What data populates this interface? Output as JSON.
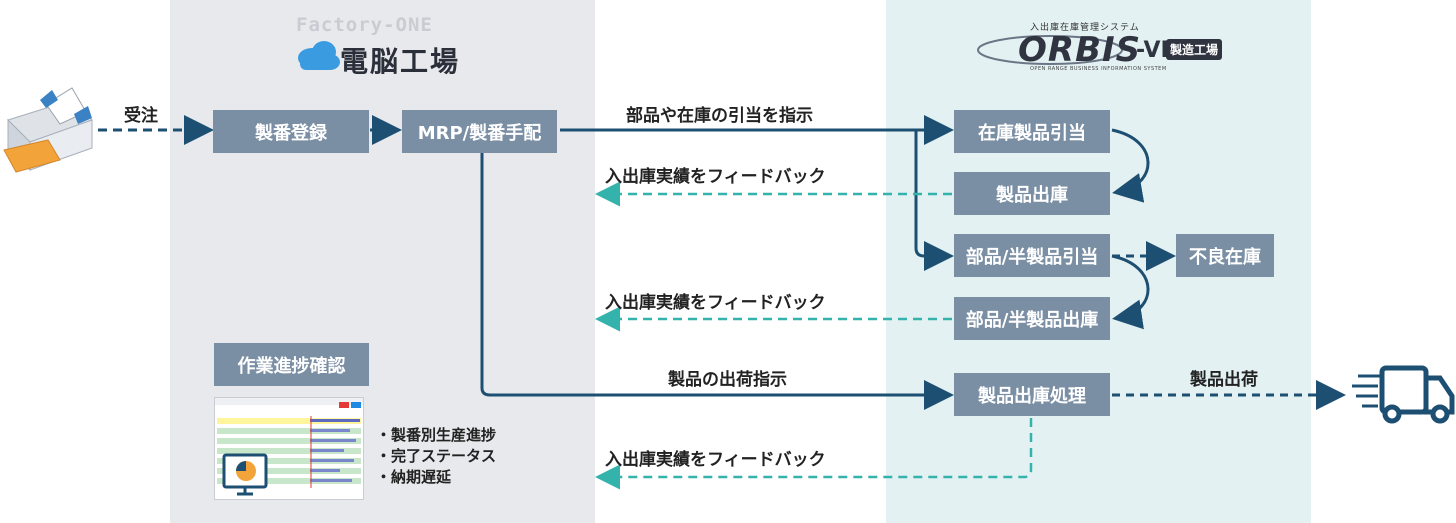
{
  "logos": {
    "factory_one_top": "Factory-ONE",
    "factory_one_main": "電脳工場",
    "orbis_top": "入出庫在庫管理システム",
    "orbis_main": "ORBIS",
    "orbis_vi": "-VI",
    "orbis_badge": "製造工場",
    "orbis_sub": "OPEN RANGE BUSINESS INFORMATION SYSTEM"
  },
  "left_labels": {
    "order": "受注"
  },
  "boxes": {
    "seiban_toroku": "製番登録",
    "mrp": "MRP/製番手配",
    "zaiko_seihin_hikiate": "在庫製品引当",
    "seihin_shukko": "製品出庫",
    "buhin_hikiate": "部品/半製品引当",
    "furyo_zaiko": "不良在庫",
    "buhin_shukko": "部品/半製品出庫",
    "seihin_shukko_shori": "製品出庫処理",
    "sagyo_shincho": "作業進捗確認"
  },
  "flow_labels": {
    "instruct_parts": "部品や在庫の引当を指示",
    "feedback_1": "入出庫実績をフィードバック",
    "feedback_2": "入出庫実績をフィードバック",
    "ship_instruction": "製品の出荷指示",
    "shipment": "製品出荷",
    "feedback_3": "入出庫実績をフィードバック"
  },
  "progress_items": [
    "・製番別生産進捗",
    "・完了ステータス",
    "・納期遅延"
  ],
  "colors": {
    "box": "#7a8ea4",
    "solid_arrow": "#1d4f73",
    "dashed_arrow": "#34b3ad",
    "left_panel": "#e8e9ec",
    "right_panel": "#e3f1f2"
  }
}
